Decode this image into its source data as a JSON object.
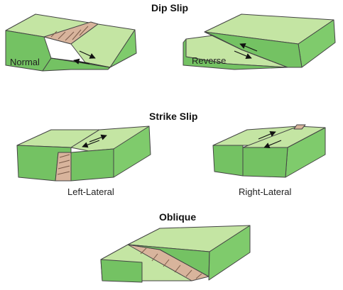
{
  "dip_slip": {
    "title": "Dip Slip",
    "normal_label": "Normal",
    "reverse_label": "Reverse"
  },
  "strike_slip": {
    "title": "Strike Slip",
    "left_label": "Left-Lateral",
    "right_label": "Right-Lateral"
  },
  "oblique": {
    "title": "Oblique"
  },
  "colors": {
    "block_top": "#c4e5a3",
    "block_side": "#7fcb6c",
    "fault_plane": "#d8b49c",
    "outline": "#444444"
  }
}
